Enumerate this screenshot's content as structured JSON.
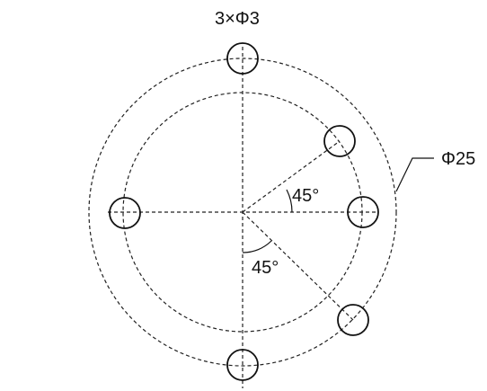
{
  "labels": {
    "hole_callout": "3×Φ3",
    "diameter_callout": "Φ25",
    "angle_upper": "45°",
    "angle_lower": "45°"
  },
  "colors": {
    "line": "#111111",
    "background": "#ffffff"
  }
}
